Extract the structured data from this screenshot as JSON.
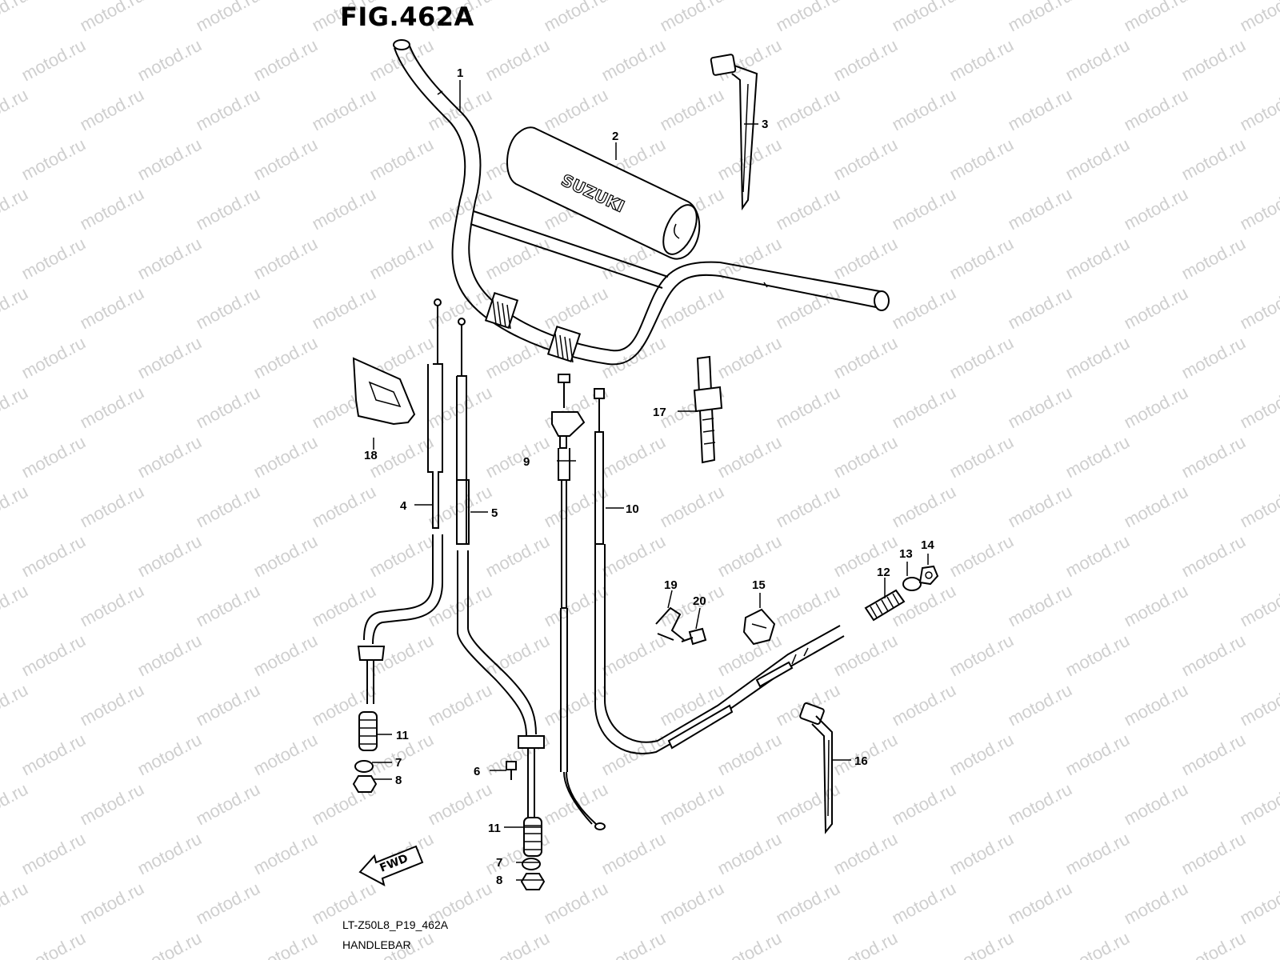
{
  "figure": {
    "title": "FIG.462A",
    "code": "LT-Z50L8_P19_462A",
    "name": "HANDLEBAR"
  },
  "watermark": {
    "text": "motod.ru",
    "color": "#cfcfcf"
  },
  "pad_brand": "SUZUKI",
  "fwd_label": "FWD",
  "callouts": [
    {
      "id": "c1",
      "num": "1"
    },
    {
      "id": "c2",
      "num": "2"
    },
    {
      "id": "c3",
      "num": "3"
    },
    {
      "id": "c4",
      "num": "4"
    },
    {
      "id": "c5",
      "num": "5"
    },
    {
      "id": "c6",
      "num": "6"
    },
    {
      "id": "c7a",
      "num": "7"
    },
    {
      "id": "c7b",
      "num": "7"
    },
    {
      "id": "c8a",
      "num": "8"
    },
    {
      "id": "c8b",
      "num": "8"
    },
    {
      "id": "c9",
      "num": "9"
    },
    {
      "id": "c10",
      "num": "10"
    },
    {
      "id": "c11a",
      "num": "11"
    },
    {
      "id": "c11b",
      "num": "11"
    },
    {
      "id": "c12",
      "num": "12"
    },
    {
      "id": "c13",
      "num": "13"
    },
    {
      "id": "c14",
      "num": "14"
    },
    {
      "id": "c15",
      "num": "15"
    },
    {
      "id": "c16",
      "num": "16"
    },
    {
      "id": "c17",
      "num": "17"
    },
    {
      "id": "c18",
      "num": "18"
    },
    {
      "id": "c19",
      "num": "19"
    },
    {
      "id": "c20",
      "num": "20"
    }
  ]
}
